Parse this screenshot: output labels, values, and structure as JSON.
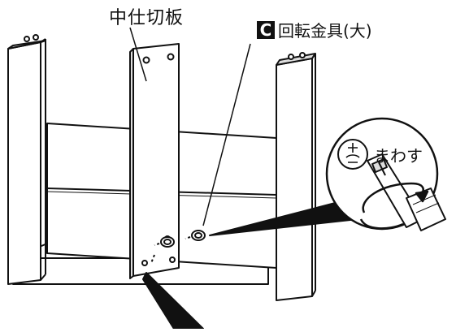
{
  "labels": {
    "partition": "中仕切板",
    "part_letter": "C",
    "part_name": "回転金具(大)",
    "action": "まわす"
  },
  "icons": {
    "screwdriver_symbol": "phillips-screwdriver-icon",
    "rotate_arrow": "rotate-clockwise-arrow-icon"
  },
  "colors": {
    "line": "#111111",
    "panel_shadow": "#cfcfcf",
    "background": "#ffffff"
  }
}
